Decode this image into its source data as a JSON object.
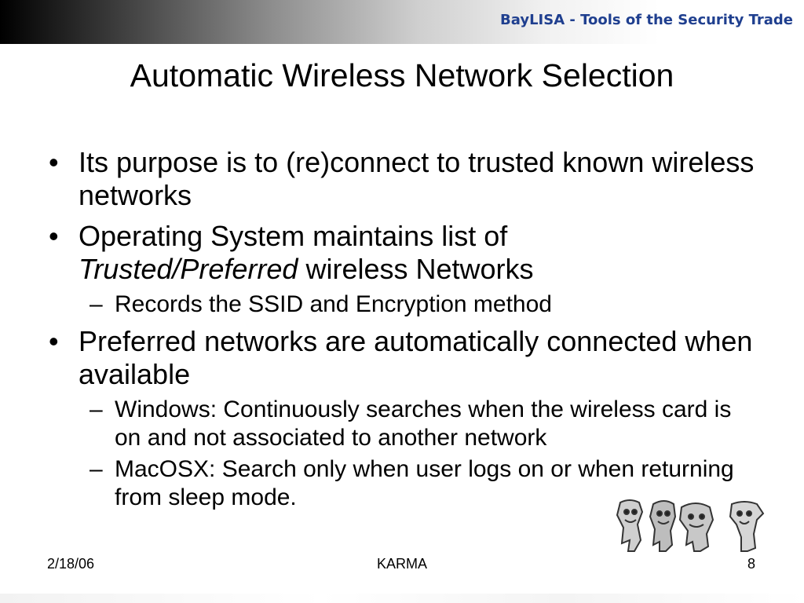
{
  "header": {
    "title": "BayLISA - Tools of the Security Trade"
  },
  "slide": {
    "title": "Automatic Wireless Network Selection",
    "bullets": [
      {
        "text": "Its purpose is to (re)connect to trusted known wireless networks"
      },
      {
        "text_before": "Operating System maintains list of",
        "text_italic": "Trusted/Preferred",
        "text_after": " wireless Networks",
        "sub": [
          "Records the SSID and Encryption method"
        ]
      },
      {
        "text": "Preferred networks are automatically connected when available",
        "sub": [
          "Windows: Continuously searches when the wireless card is on and not associated to another network",
          "MacOSX: Search only when user logs on or when returning from sleep mode."
        ]
      }
    ]
  },
  "glyphs": {
    "bullet": "•",
    "dash": "–"
  },
  "footer": {
    "date": "2/18/06",
    "title": "KARMA",
    "page": "8"
  },
  "colors": {
    "header_title": "#1f3f8f"
  }
}
